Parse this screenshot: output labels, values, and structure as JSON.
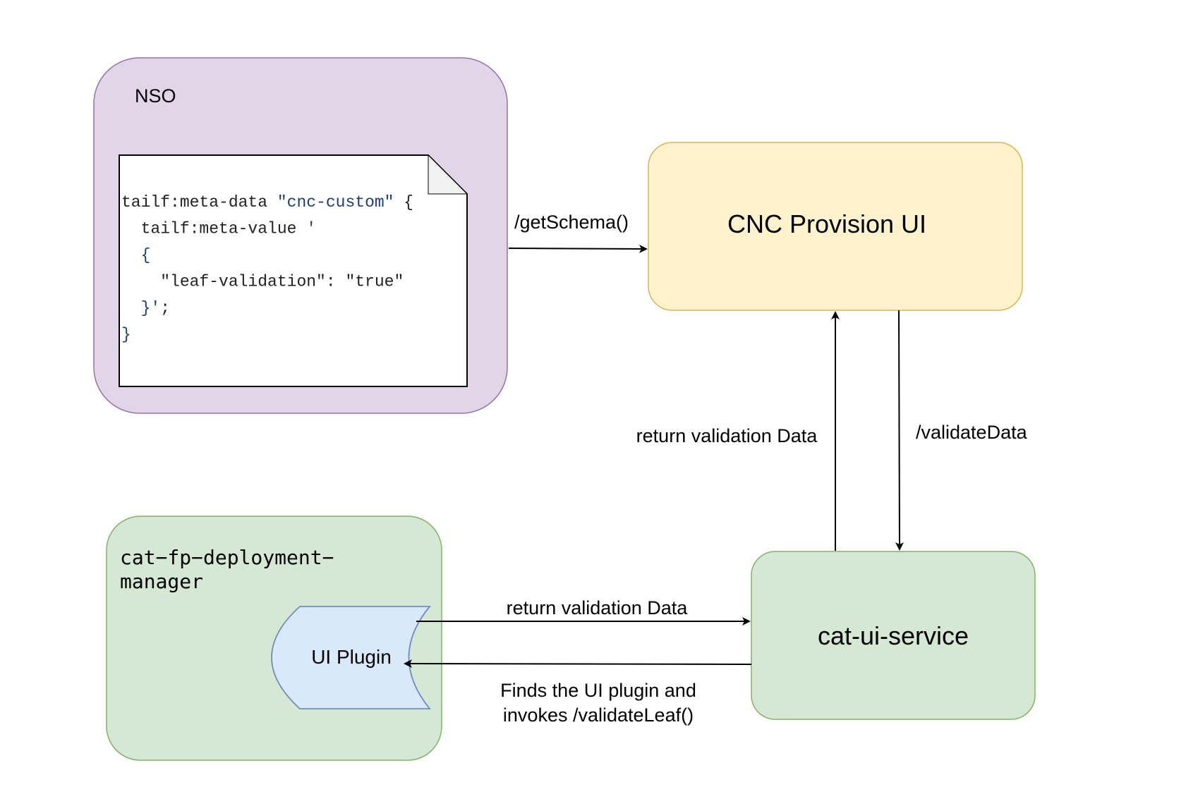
{
  "nodes": {
    "nso": {
      "title": "NSO",
      "code_lines": [
        [
          {
            "text": "tailf:meta-data ",
            "kind": "plain"
          },
          {
            "text": "\"cnc-custom\"",
            "kind": "str"
          },
          {
            "text": " {",
            "kind": "plain"
          }
        ],
        [
          {
            "text": "  tailf:meta-value ",
            "kind": "plain"
          },
          {
            "text": "'",
            "kind": "str"
          }
        ],
        [
          {
            "text": "  {",
            "kind": "punc"
          }
        ],
        [
          {
            "text": "    \"leaf-validation\": \"true\"",
            "kind": "plain"
          }
        ],
        [
          {
            "text": "  }",
            "kind": "punc"
          },
          {
            "text": "'",
            "kind": "str"
          },
          {
            "text": ";",
            "kind": "plain"
          }
        ],
        [
          {
            "text": "}",
            "kind": "punc"
          }
        ]
      ],
      "fill": "#e1d5e7",
      "stroke": "#9673a6"
    },
    "cnc_provision_ui": {
      "title": "CNC Provision UI",
      "fill": "#fff2cc",
      "stroke": "#d6b656"
    },
    "cat_ui_service": {
      "title": "cat-ui-service",
      "fill": "#d5e8d4",
      "stroke": "#82b366"
    },
    "cat_fp_deployment_manager": {
      "title_line1": "cat−fp−deployment−",
      "title_line2": "manager",
      "fill": "#d5e8d4",
      "stroke": "#82b366"
    },
    "ui_plugin": {
      "title": "UI Plugin",
      "fill": "#dae8fc",
      "stroke": "#6c8ebf"
    }
  },
  "edges": {
    "get_schema": "/getSchema()",
    "return_validation_up": "return validation Data",
    "validate_data": "/validateData",
    "return_validation_plugin": "return validation Data",
    "invoke_line1": "Finds the UI plugin and",
    "invoke_line2": "invokes /validateLeaf()"
  }
}
